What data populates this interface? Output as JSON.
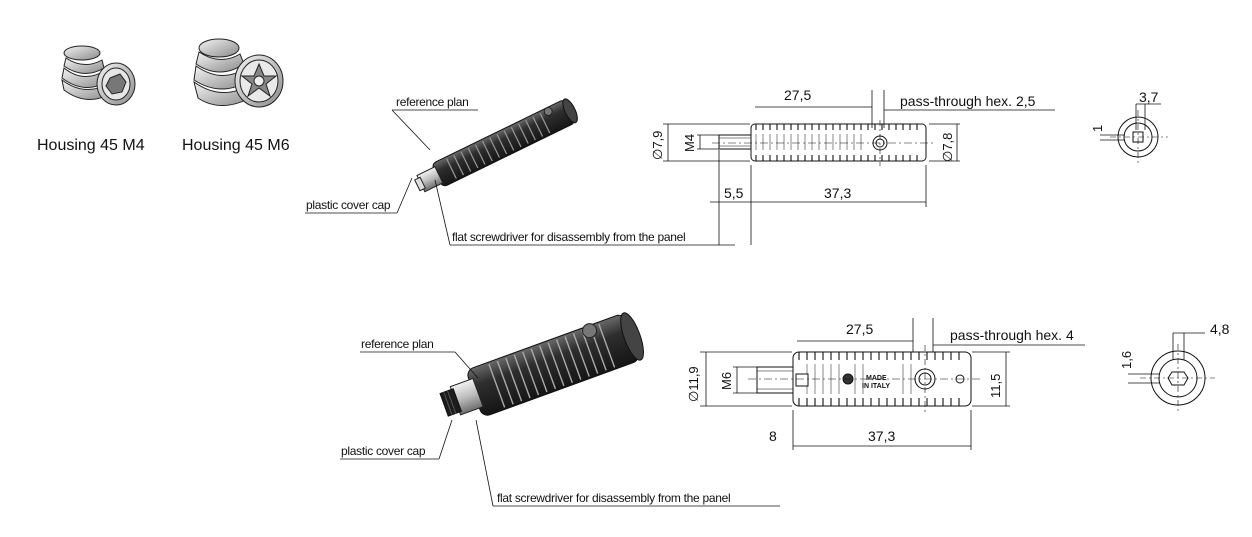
{
  "thumbnails": {
    "m4_label": "Housing 45 M4",
    "m6_label": "Housing 45 M6"
  },
  "m4": {
    "callouts": {
      "reference_plan": "reference plan",
      "cover_cap": "plastic cover cap",
      "screwdriver": "flat screwdriver for disassembly from the panel"
    },
    "dims": {
      "total": "27,5",
      "pass_through": "pass-through hex. 2,5",
      "dia_thread": "∅7,9",
      "thread": "M4",
      "dia_body": "∅7,8",
      "tip": "5,5",
      "body": "37,3",
      "side_width": "3,7",
      "side_height": "1"
    }
  },
  "m6": {
    "callouts": {
      "reference_plan": "reference plan",
      "cover_cap": "plastic cover cap",
      "screwdriver": "flat screwdriver for disassembly from the panel"
    },
    "dims": {
      "total": "27,5",
      "pass_through": "pass-through hex. 4",
      "dia_thread": "∅11,9",
      "thread": "M6",
      "body_height": "11,5",
      "tip": "8",
      "body": "37,3",
      "side_width": "4,8",
      "side_height": "1,6"
    },
    "marking": [
      "MADE",
      "IN ITALY"
    ]
  },
  "colors": {
    "line": "#111111",
    "body_dark": "#2b2b2b",
    "body_mid": "#555555",
    "metal_light": "#cfcfcf"
  }
}
